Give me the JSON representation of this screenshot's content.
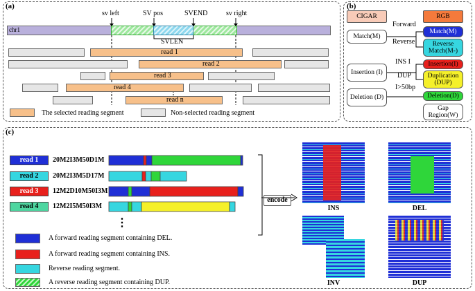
{
  "panel_a": {
    "label": "(a)",
    "chrom": "chr1",
    "sv_left": "sv left",
    "sv_pos": "SV pos",
    "svend": "SVEND",
    "sv_right": "sv right",
    "svlen": "SVLEN",
    "reads": [
      "read 1",
      "read 2",
      "read 3",
      "read 4",
      "read n"
    ],
    "legend_selected": "The selected reading segment",
    "legend_nonselected": "Non-selected reading segment"
  },
  "panel_b": {
    "label": "(b)",
    "cigar": "CIGAR",
    "rgb": "RGB",
    "match": "Match(M)",
    "forward": "Forward",
    "reverse": "Reverse",
    "match_fwd": "Match(M)",
    "match_rev": "Reverse Match(M-)",
    "ins_i": "INS I",
    "insertion_left": "Insertion (I)",
    "insertion_right": "Insertion(I)",
    "dup": "DUP",
    "duplication": "Duplication (DUP)",
    "i50": "I>50bp",
    "deletion_left": "Deletion (D)",
    "deletion_right": "Deletion(D)",
    "gap": "Gap Region(W)",
    "colors": {
      "rgb": "#f47a3c",
      "match": "#1f2fd6",
      "reverse": "#36d6e0",
      "insertion": "#e8201c",
      "dup": "#f5f02a",
      "deletion": "#2fd63a",
      "gap": "#ffffff"
    }
  },
  "panel_c": {
    "label": "(c)",
    "reads": [
      {
        "tag": "read 1",
        "cigar": "20M2I3M50D1M",
        "color": "#1f2fd6"
      },
      {
        "tag": "read 2",
        "cigar": "20M2I3M5D17M",
        "color": "#36d6e0"
      },
      {
        "tag": "read 3",
        "cigar": "12M2D10M50I3M",
        "color": "#e8201c"
      },
      {
        "tag": "read 4",
        "cigar": "12M2I5M50I3M",
        "color": "#4ed6a0"
      }
    ],
    "ellipsis": "⋮",
    "encode": "encode",
    "legend": [
      "A forward reading segment containing DEL.",
      "A forward reading segment containing INS.",
      "Reverse reading segment.",
      "A reverse reading segment containing DUP."
    ],
    "images": [
      "INS",
      "DEL",
      "INV",
      "DUP"
    ]
  }
}
